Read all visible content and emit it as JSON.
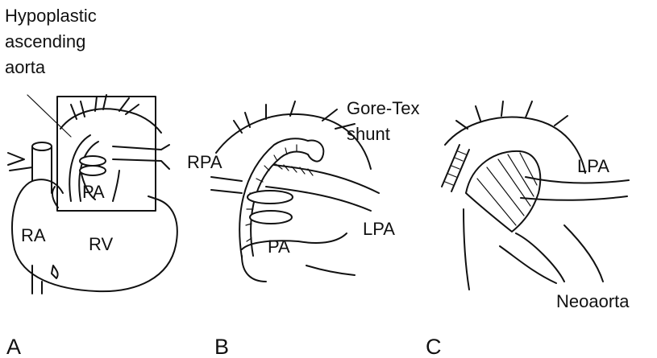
{
  "panels": [
    {
      "letter": "A",
      "labels": {
        "hypoplastic_line1": "Hypoplastic",
        "hypoplastic_line2": "ascending",
        "hypoplastic_line3": "aorta",
        "pa": "PA",
        "ra": "RA",
        "rv": "RV"
      }
    },
    {
      "letter": "B",
      "labels": {
        "gore_line1": "Gore-Tex",
        "gore_line2": "shunt",
        "rpa": "RPA",
        "lpa": "LPA",
        "pa": "PA"
      }
    },
    {
      "letter": "C",
      "labels": {
        "lpa": "LPA",
        "neoaorta": "Neoaorta"
      }
    }
  ]
}
